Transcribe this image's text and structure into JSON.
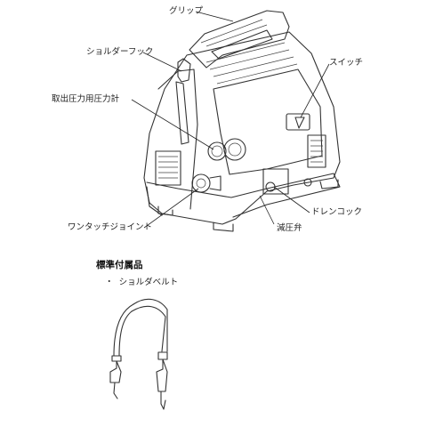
{
  "labels": {
    "grip": "グリップ",
    "shoulder_hook": "ショルダーフック",
    "pressure_gauge": "取出圧力用圧力計",
    "switch": "スイッチ",
    "drain_cock": "ドレンコック",
    "quick_joint": "ワンタッチジョイント",
    "reducing_valve": "減圧弁"
  },
  "accessories": {
    "heading": "標準付属品",
    "items": [
      {
        "bullet": "・",
        "name": "ショルダベルト"
      }
    ]
  }
}
